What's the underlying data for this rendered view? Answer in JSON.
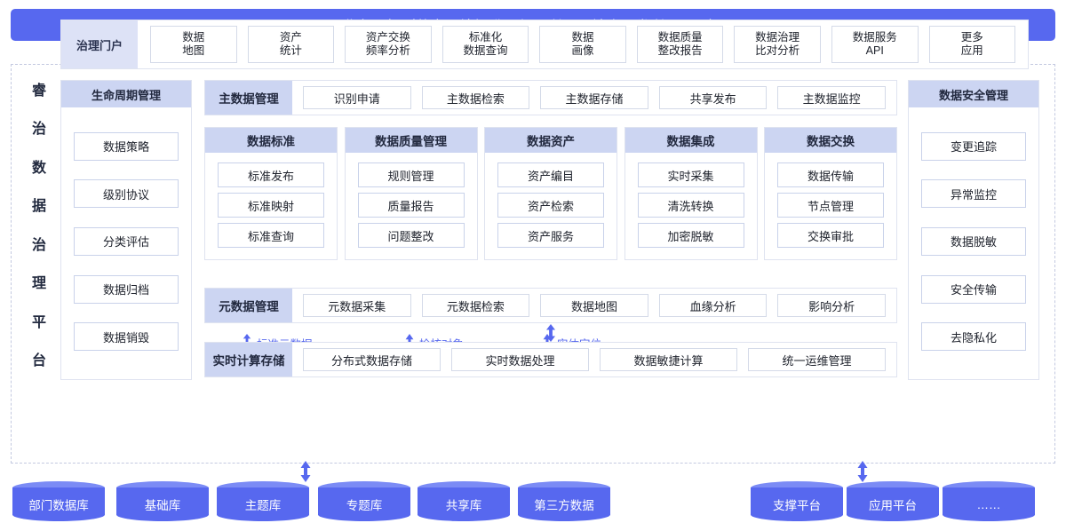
{
  "banner": {
    "title": "业务目标（营商环境提升、便民利民、社会开发利用……）"
  },
  "platform": {
    "vertical_title_chars": [
      "睿",
      "治",
      "数",
      "据",
      "治",
      "理",
      "平",
      "台"
    ]
  },
  "portal": {
    "label": "治理门户",
    "items": [
      {
        "line1": "数据",
        "line2": "地图"
      },
      {
        "line1": "资产",
        "line2": "统计"
      },
      {
        "line1": "资产交换",
        "line2": "频率分析"
      },
      {
        "line1": "标准化",
        "line2": "数据查询"
      },
      {
        "line1": "数据",
        "line2": "画像"
      },
      {
        "line1": "数据质量",
        "line2": "整改报告"
      },
      {
        "line1": "数据治理",
        "line2": "比对分析"
      },
      {
        "line1": "数据服务",
        "line2": "API"
      },
      {
        "line1": "更多",
        "line2": "应用"
      }
    ]
  },
  "lifecycle": {
    "title": "生命周期管理",
    "items": [
      "数据策略",
      "级别协议",
      "分类评估",
      "数据归档",
      "数据销毁"
    ]
  },
  "security": {
    "title": "数据安全管理",
    "items": [
      "变更追踪",
      "异常监控",
      "数据脱敏",
      "安全传输",
      "去隐私化"
    ]
  },
  "master_data": {
    "label": "主数据管理",
    "items": [
      "识别申请",
      "主数据检索",
      "主数据存储",
      "共享发布",
      "主数据监控"
    ]
  },
  "cards": [
    {
      "title": "数据标准",
      "items": [
        "标准发布",
        "标准映射",
        "标准查询"
      ]
    },
    {
      "title": "数据质量管理",
      "items": [
        "规则管理",
        "质量报告",
        "问题整改"
      ]
    },
    {
      "title": "数据资产",
      "items": [
        "资产编目",
        "资产检索",
        "资产服务"
      ]
    },
    {
      "title": "数据集成",
      "items": [
        "实时采集",
        "清洗转换",
        "加密脱敏"
      ]
    },
    {
      "title": "数据交换",
      "items": [
        "数据传输",
        "节点管理",
        "交换审批"
      ]
    }
  ],
  "flow_notes": [
    {
      "label": "标准元数据",
      "arrow": "double-arrow-icon"
    },
    {
      "label": "检核对象",
      "arrow": "up-arrow-icon"
    },
    {
      "label": "实体定位",
      "arrow": "up-arrow-icon"
    }
  ],
  "metadata": {
    "label": "元数据管理",
    "items": [
      "元数据采集",
      "元数据检索",
      "数据地图",
      "血缘分析",
      "影响分析"
    ]
  },
  "realtime": {
    "label": "实时计算存储",
    "items": [
      "分布式数据存储",
      "实时数据处理",
      "数据敏捷计算",
      "统一运维管理"
    ]
  },
  "sources_left": [
    "部门数据库",
    "基础库",
    "主题库",
    "专题库",
    "共享库",
    "第三方数据"
  ],
  "sources_right": [
    "支撑平台",
    "应用平台",
    "……"
  ],
  "colors": {
    "brand_blue": "#5768ef",
    "header_blue": "#ccd5f2",
    "portal_label_blue": "#dde2f6",
    "cylinder_top": "#7b8bf5",
    "border_light": "#d4dae8",
    "dashed_border": "#c3c9e0"
  }
}
